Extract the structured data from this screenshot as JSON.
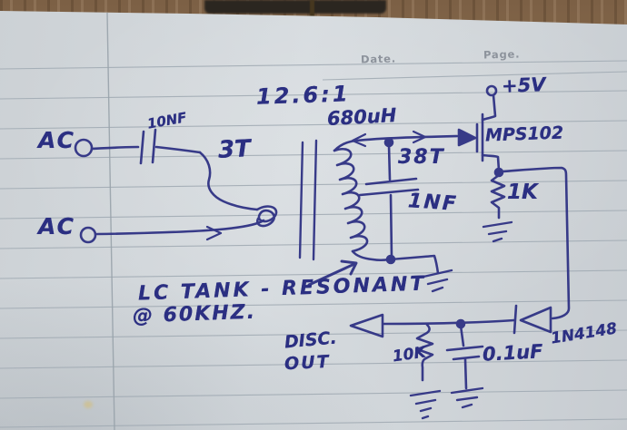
{
  "notebook": {
    "date_label": "Date.",
    "page_label": "Page."
  },
  "schematic": {
    "turns_ratio": "12.6:1",
    "tank_inductor": "680uH",
    "supply": "+5V",
    "jfet": "MPS102",
    "input_cap": "10NF",
    "ac_input_top": "AC",
    "ac_input_bottom": "AC",
    "primary_turns": "3T",
    "secondary_turns": "38T",
    "tank_cap": "1NF",
    "source_resistor": "1K",
    "note_line1": "LC TANK - RESONANT",
    "note_line2": "@ 60KHZ.",
    "output_label_line1": "DISC.",
    "output_label_line2": "OUT",
    "load_resistor": "10K",
    "filter_cap": "0.1uF",
    "diode": "1N4148"
  },
  "colors": {
    "ink": "#2f3284",
    "rule": "#9fa9b2",
    "paper": "#d1d6da",
    "wood": "#8a6c4c"
  }
}
